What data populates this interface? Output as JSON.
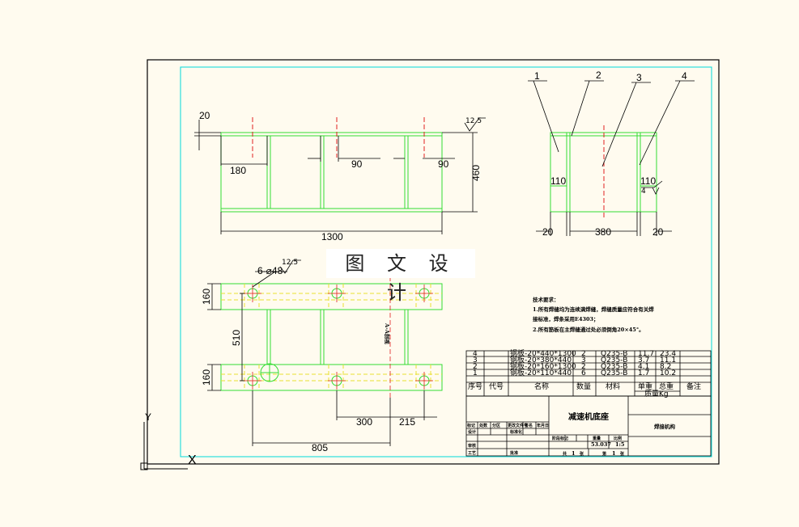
{
  "watermark": "图 文 设 计",
  "front_view": {
    "dims": {
      "top": "20",
      "d180": "180",
      "d90a": "90",
      "d90b": "90",
      "height": "460",
      "length": "1300",
      "rough": "12.5"
    }
  },
  "side_view": {
    "labels": [
      "1",
      "2",
      "3",
      "4"
    ],
    "dims": {
      "left_h": "110",
      "right_h": "110",
      "left_w": "20",
      "mid_w": "380",
      "right_w": "20",
      "weld": "4"
    }
  },
  "top_view": {
    "dims": {
      "holes": "6-⌀48",
      "rough": "12.5",
      "d160a": "160",
      "d510": "510",
      "d160b": "160",
      "d300": "300",
      "d215": "215",
      "d805": "805"
    },
    "vertical_note": "A-A剖视"
  },
  "tech_notes": {
    "title": "技术要求：",
    "lines": [
      "1.所有焊缝均为连续满焊缝，焊缝质量应符合有关焊",
      "接标准，焊条采用E4303；",
      "2.所有筋板在主焊缝通过处必须倒角20×45°。"
    ]
  },
  "bom": {
    "headers": [
      "序号",
      "代号",
      "名称",
      "数量",
      "材料",
      "单重",
      "总重",
      "备注"
    ],
    "weight_label": "质量Kg",
    "rows": [
      [
        "4",
        "",
        "钢板-20*440*1300",
        "2",
        "Q235-B",
        "11.7",
        "23.4",
        ""
      ],
      [
        "3",
        "",
        "钢板-20*380*440",
        "3",
        "Q235-B",
        "3.7",
        "11.1",
        ""
      ],
      [
        "2",
        "",
        "钢板-20*160*1300",
        "2",
        "Q235-B",
        "4.1",
        "8.2",
        ""
      ],
      [
        "1",
        "",
        "钢板-20*110*440",
        "6",
        "Q235-B",
        "1.7",
        "10.2",
        ""
      ]
    ]
  },
  "title_block": {
    "part_name": "减速机底座",
    "company": "焊接机构",
    "scale": "1:5",
    "weight": "53.037",
    "sheet_total": "1",
    "sheet_no": "1",
    "mini_labels": [
      "标记",
      "处数",
      "分区",
      "更改文件号",
      "签名",
      "年月日",
      "设计",
      "标准化",
      "阶段标记",
      "重量",
      "比例",
      "审核",
      "工艺",
      "批准",
      "共",
      "张",
      "第",
      "张"
    ]
  },
  "ucs": {
    "x": "X",
    "y": "Y"
  }
}
